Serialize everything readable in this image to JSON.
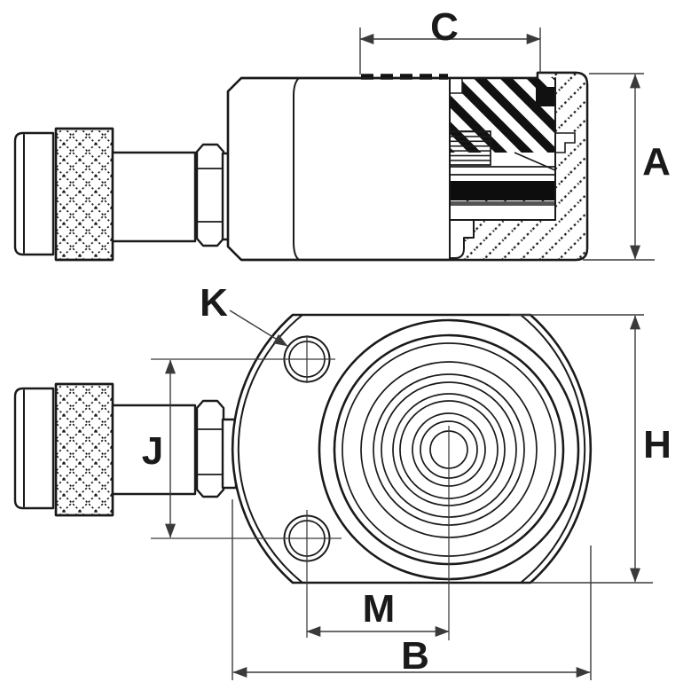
{
  "drawing": {
    "labels": {
      "A": "A",
      "B": "B",
      "C": "C",
      "H": "H",
      "J": "J",
      "K": "K",
      "M": "M"
    },
    "colors": {
      "line": "#1a1a1a",
      "dim": "#3a3a3a",
      "seal": "#0d0d0d",
      "background": "#ffffff"
    }
  }
}
